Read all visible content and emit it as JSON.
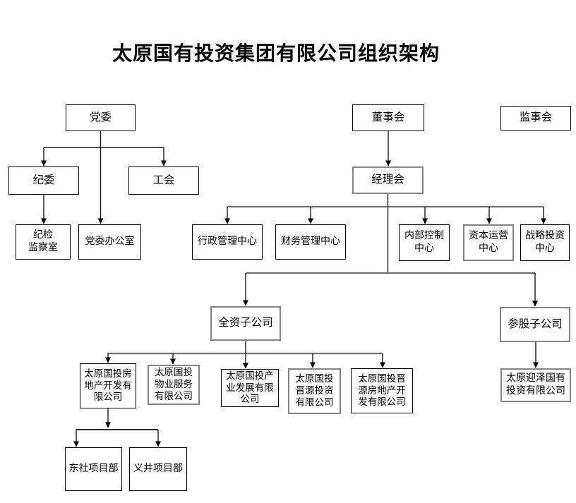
{
  "title": "太原国有投资集团有限公司组织架构",
  "colors": {
    "background": "#ffffff",
    "box_border": "#000000",
    "box_border_emphasis": "#848484",
    "connector": "#1a1a1a",
    "connector_branch": "#6e6e6e",
    "text": "#000000"
  },
  "nodes": {
    "party_committee": "党委",
    "board_of_directors": "董事会",
    "board_of_supervisors": "监事会",
    "discipline_committee": "纪委",
    "labor_union": "工会",
    "managers_council": "经理会",
    "discipline_inspection_office": "纪检\n监察室",
    "party_committee_office": "党委办公室",
    "admin_management_center": "行政管理中心",
    "finance_management_center": "财务管理中心",
    "internal_control_center": "内部控制\n中心",
    "capital_operation_center": "资本运营\n中心",
    "strategic_investment_center": "战略投资\n中心",
    "wholly_owned_subsidiaries": "全资子公司",
    "equity_participation_subsidiaries": "参股子公司",
    "real_estate_development_co": "太原国投房\n地产开发有\n限公司",
    "property_service_co": "太原国投\n物业服务\n有限公司",
    "industry_development_co": "太原国投产\n业发展有限\n公司",
    "jinyuan_investment_co": "太原国投\n晋源投资\n有限公司",
    "jinyuan_real_estate_co": "太原国投晋\n源房地产开\n发有限公司",
    "yingze_investment_co": "太原迎泽国有\n投资有限公司",
    "dongshe_project_dept": "东社项目部",
    "yijing_project_dept": "义井项目部"
  }
}
